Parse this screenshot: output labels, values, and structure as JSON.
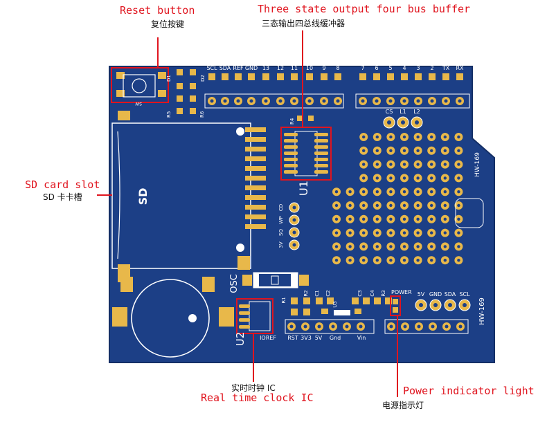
{
  "annotations": {
    "reset": {
      "en": "Reset button",
      "cn": "复位按键"
    },
    "buffer": {
      "en": "Three state output four bus buffer",
      "cn": "三态输出四总线缓冲器"
    },
    "sd": {
      "en": "SD card slot",
      "cn": "SD 卡卡槽"
    },
    "rtc": {
      "en": "Real time clock IC",
      "cn": "实时时钟 IC"
    },
    "power": {
      "en": "Power indicator light",
      "cn": "电源指示灯"
    }
  },
  "board": {
    "top_pins": [
      "SCL",
      "SDA",
      "REF",
      "GND",
      "13",
      "12",
      "11",
      "10",
      "9",
      "8"
    ],
    "top_pins_right": [
      "7",
      "6",
      "5",
      "4",
      "3",
      "2",
      "TX",
      "RX"
    ],
    "sd_label": "SD",
    "osc_label": "OSC",
    "u1_label": "U1",
    "u2_label": "U2",
    "model": "HW-169",
    "power_label": "POWER",
    "i2c_pins": [
      "5V",
      "GND",
      "SDA",
      "SCL"
    ],
    "sd_pins": [
      "CD",
      "WP",
      "SQ",
      "3V"
    ],
    "led_pins": [
      "CS",
      "L1",
      "L2"
    ],
    "bottom_left_pins": [
      "IOREF",
      "RST",
      "3V3",
      "5V",
      "Gnd",
      "Vin"
    ],
    "designators": {
      "r4": "R4",
      "r5": "R5",
      "r6": "R6",
      "d1": "D1",
      "d2": "D2",
      "sw": "SW",
      "r1": "R1",
      "r2": "R2",
      "c1": "C1",
      "c2": "C2",
      "c3": "C3",
      "c4": "C4",
      "r3": "R3",
      "u3": "U3"
    }
  },
  "colors": {
    "board": "#1c3f86",
    "pad": "#e8b84a",
    "silk": "#ffffff",
    "annotation": "#e0141e"
  }
}
